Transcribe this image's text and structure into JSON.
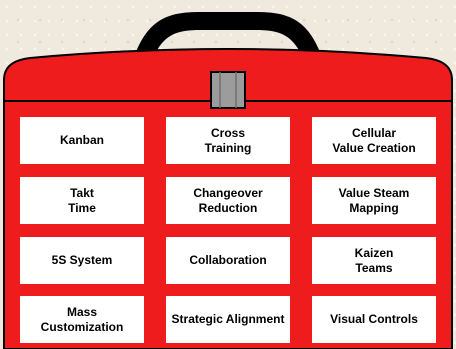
{
  "colors": {
    "box_red": "#ee1c1c",
    "handle": "#000000",
    "latch_gray": "#9c9c9c",
    "card_bg": "#ffffff",
    "text": "#000000"
  },
  "cards": [
    [
      "Kanban",
      "Cross\nTraining",
      "Cellular\nValue Creation"
    ],
    [
      "Takt\nTime",
      "Changeover\nReduction",
      "Value Steam\nMapping"
    ],
    [
      "5S System",
      "Collaboration",
      "Kaizen\nTeams"
    ],
    [
      "Mass\nCustomization",
      "Strategic Alignment",
      "Visual Controls"
    ]
  ]
}
